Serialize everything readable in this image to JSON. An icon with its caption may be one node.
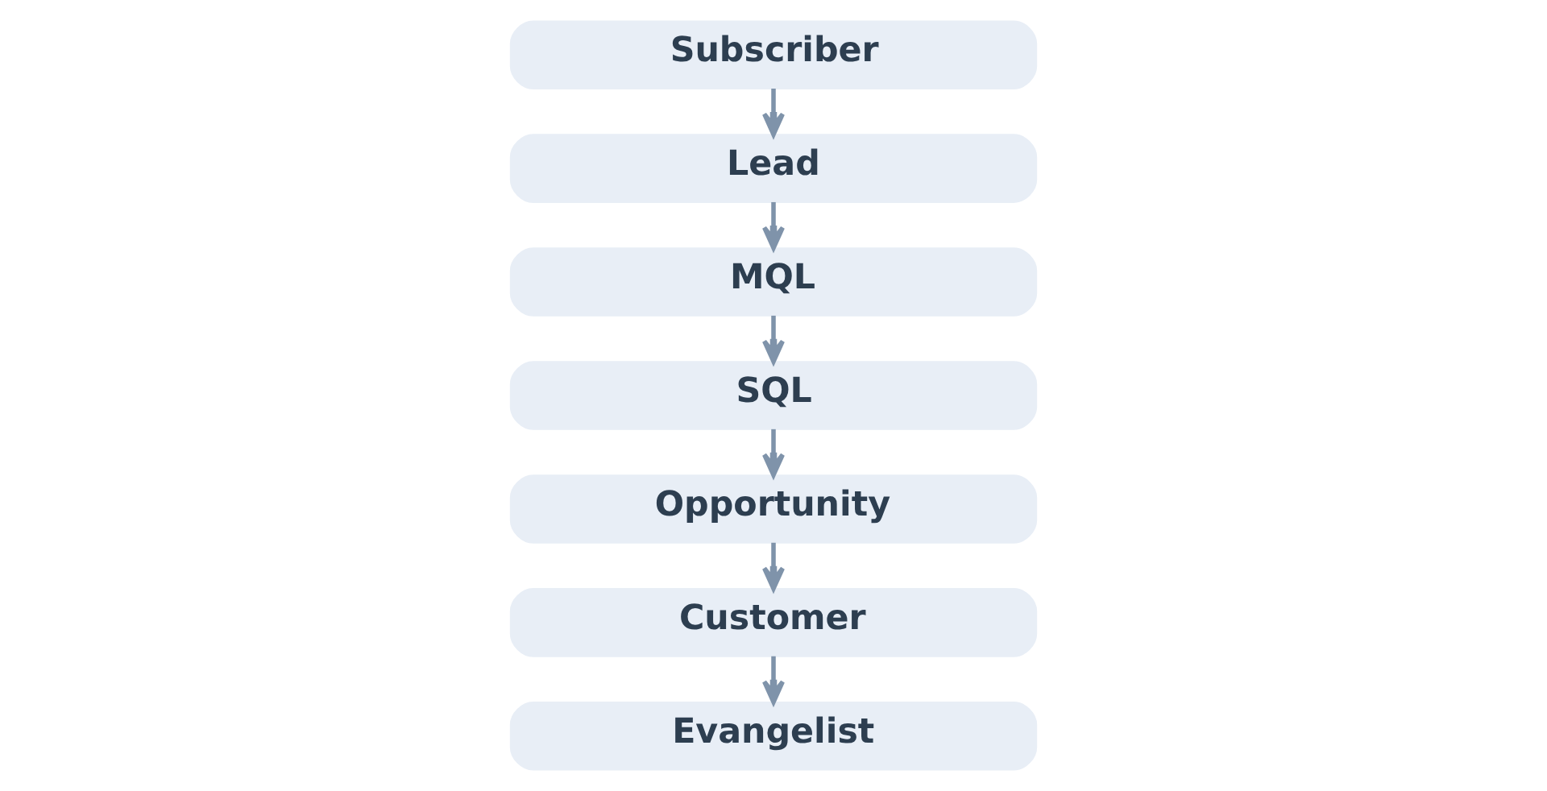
{
  "diagram": {
    "nodes": [
      {
        "text": [
          "Subscriber"
        ]
      },
      {
        "text": [
          "Lead"
        ]
      },
      {
        "text": [
          "MQL"
        ]
      },
      {
        "text": [
          "SQL"
        ]
      },
      {
        "text": [
          "Opportunity"
        ]
      },
      {
        "text": [
          "Customer"
        ]
      },
      {
        "text": [
          "Evangelist"
        ]
      }
    ],
    "edges": [
      {
        "from": 0,
        "to": 1,
        "arrow": "to"
      },
      {
        "from": 1,
        "to": 2,
        "arrow": "to"
      },
      {
        "from": 2,
        "to": 3,
        "arrow": "to"
      },
      {
        "from": 3,
        "to": 4,
        "arrow": "to"
      },
      {
        "from": 4,
        "to": 5,
        "arrow": "to"
      },
      {
        "from": 5,
        "to": 6,
        "arrow": "to"
      }
    ]
  }
}
